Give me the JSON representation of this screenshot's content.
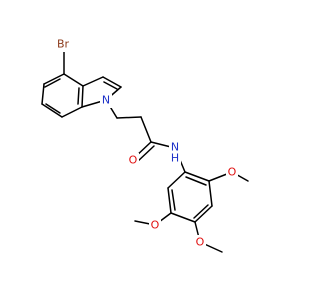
{
  "molecule": {
    "atom_labels": {
      "bromine": "Br",
      "indole_nitrogen": "N",
      "amide_nitrogen": "N",
      "amide_hydrogen": "H",
      "carbonyl_oxygen": "O",
      "methoxy_oxygen_3": "O",
      "methoxy_oxygen_4": "O",
      "methoxy_oxygen_5": "O"
    },
    "colors": {
      "bond": "#000000",
      "bromine": "#8B3A1A",
      "nitrogen": "#1E32C8",
      "oxygen": "#E01010",
      "background": "#ffffff"
    }
  }
}
